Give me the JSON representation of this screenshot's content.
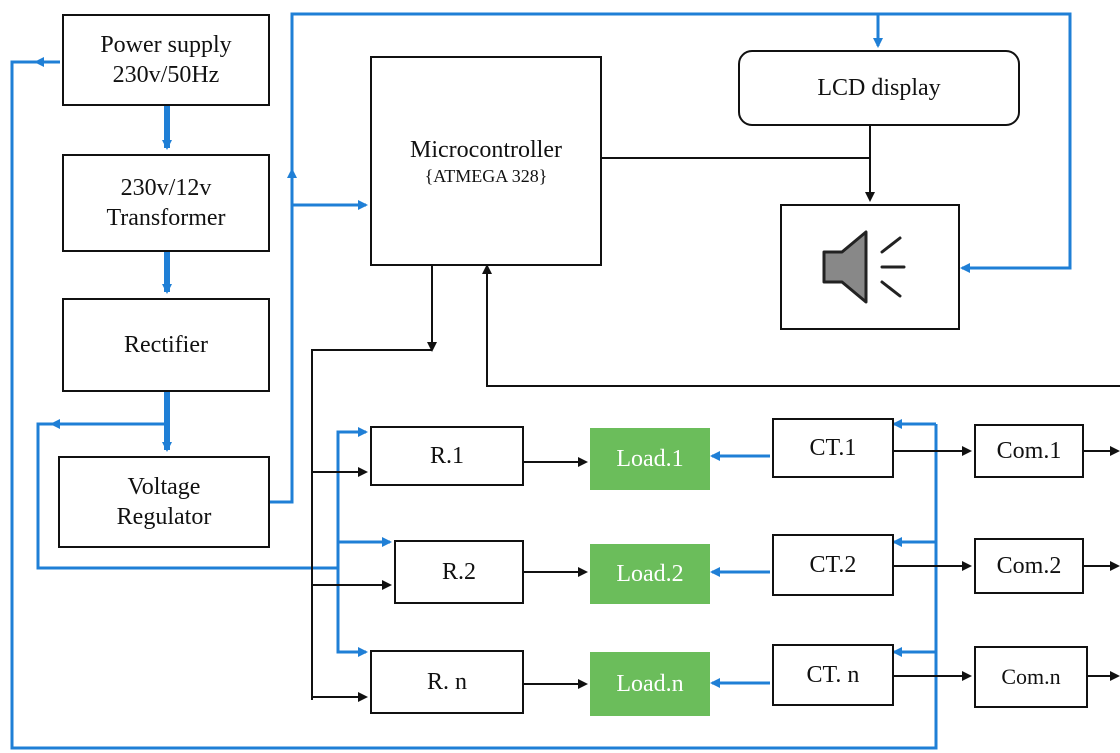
{
  "blocks": {
    "power_supply": [
      "Power supply",
      "230v/50Hz"
    ],
    "transformer": [
      "230v/12v",
      "Transformer"
    ],
    "rectifier": "Rectifier",
    "voltage_regulator": [
      "Voltage",
      "Regulator"
    ],
    "microcontroller": [
      "Microcontroller",
      "{ATMEGA 328}"
    ],
    "lcd_display": "LCD display",
    "relays": [
      "R.1",
      "R.2",
      "R. n"
    ],
    "loads": [
      "Load.1",
      "Load.2",
      "Load.n"
    ],
    "current_transformers": [
      "CT.1",
      "CT.2",
      "CT. n"
    ],
    "comparators": [
      "Com.1",
      "Com.2",
      "Com.n"
    ]
  },
  "colors": {
    "power_line": "#1f7fd6",
    "signal_line": "#111111",
    "load_fill": "#6bbd5b"
  },
  "icons": {
    "speaker": "speaker-icon"
  }
}
